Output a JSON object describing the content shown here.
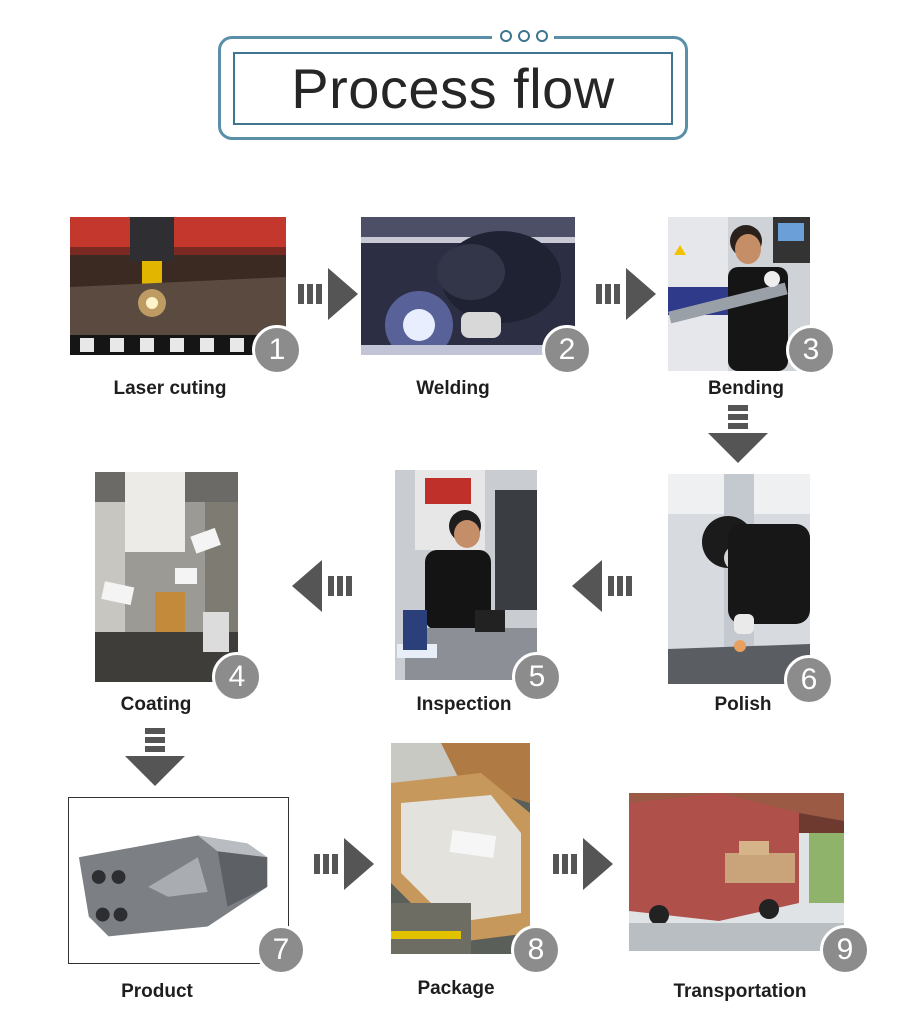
{
  "title": "Process flow",
  "steps": [
    {
      "number": "1",
      "label": "Laser cuting"
    },
    {
      "number": "2",
      "label": "Welding"
    },
    {
      "number": "3",
      "label": "Bending"
    },
    {
      "number": "4",
      "label": "Coating"
    },
    {
      "number": "5",
      "label": "Inspection"
    },
    {
      "number": "6",
      "label": "Polish"
    },
    {
      "number": "7",
      "label": "Product"
    },
    {
      "number": "8",
      "label": "Package"
    },
    {
      "number": "9",
      "label": "Transportation"
    }
  ],
  "colors": {
    "arrow": "#555555",
    "badge": "#8c8c8c",
    "frame": "#3f7590"
  }
}
